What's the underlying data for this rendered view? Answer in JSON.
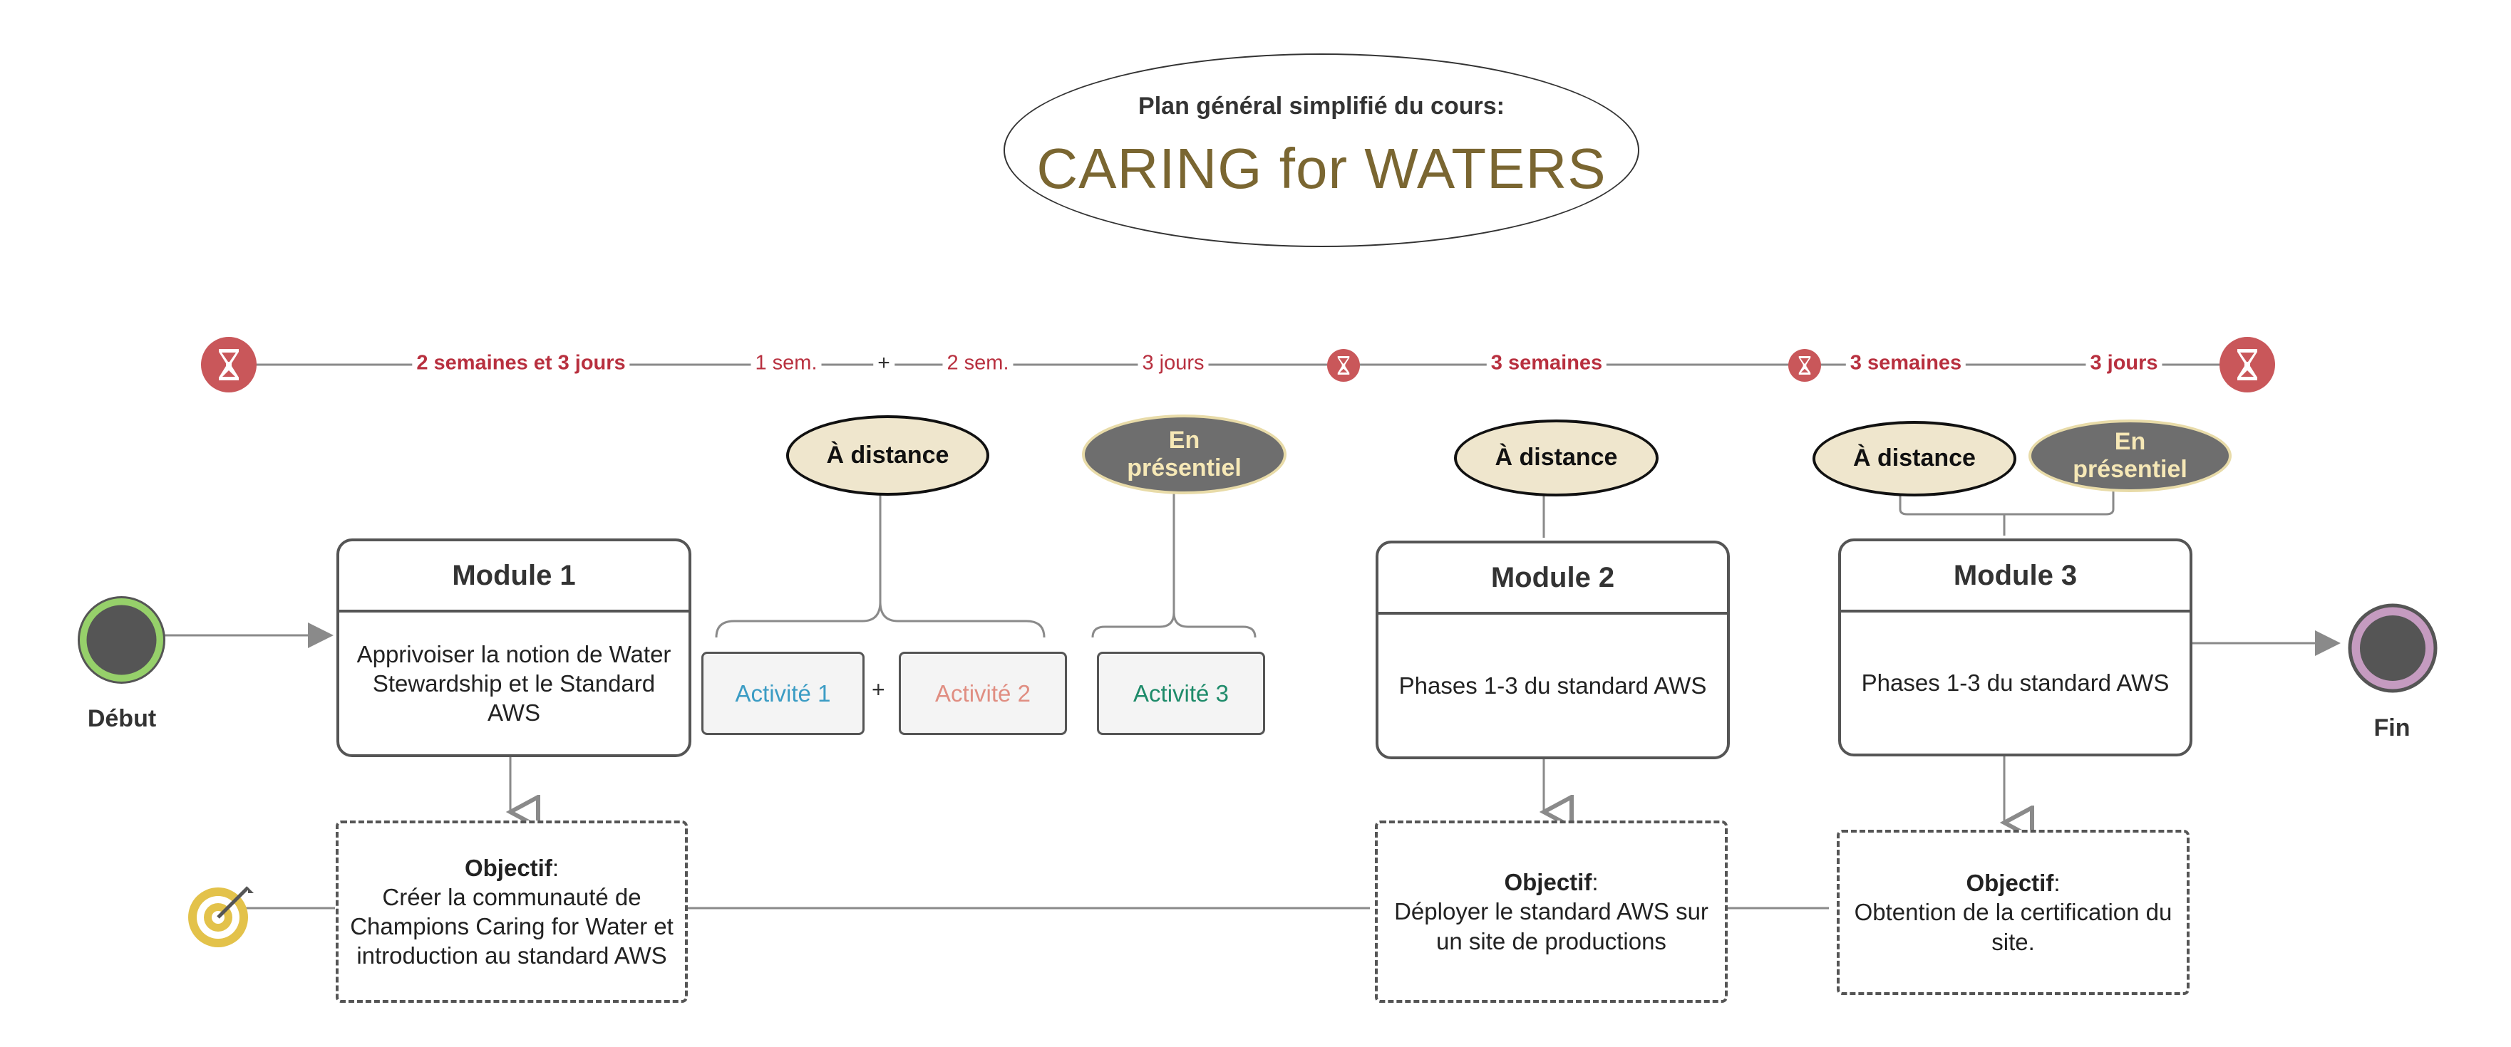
{
  "title": {
    "subtitle": "Plan général  simplifié du  cours:",
    "main": "CARING for WATERS"
  },
  "colors": {
    "title": "#7a6631",
    "timeline_text": "#b8303f",
    "timer_bg": "#c9575a",
    "mode_distance": "#efe6cd",
    "mode_presence": "#6e6e6e",
    "activity1": "#3b9cc4",
    "activity2": "#e08e82",
    "activity3": "#1e8b6a",
    "start": "#96d06a",
    "end": "#c59bc0",
    "target": "#e3c24a"
  },
  "timeline": {
    "labels": [
      "2 semaines et 3 jours",
      "1 sem.",
      "+",
      "2 sem.",
      "3 jours",
      "3 semaines",
      "3 semaines",
      "3 jours"
    ]
  },
  "icons": {
    "timer": "hourglass-icon",
    "objective": "target-arrow-icon"
  },
  "modes": {
    "distance": "À distance",
    "presence": "En présentiel"
  },
  "start": {
    "label": "Début"
  },
  "end": {
    "label": "Fin"
  },
  "modules": [
    {
      "title": "Module 1",
      "body": "Apprivoiser la notion de Water Stewardship et le Standard AWS"
    },
    {
      "title": "Module 2",
      "body": "Phases 1-3 du standard AWS"
    },
    {
      "title": "Module 3",
      "body": "Phases 1-3 du standard AWS"
    }
  ],
  "activities": [
    {
      "label": "Activité 1"
    },
    {
      "plus": "+"
    },
    {
      "label": "Activité 2"
    },
    {
      "label": "Activité 3"
    }
  ],
  "objectives": [
    {
      "title": "Objectif",
      "suffix": ":",
      "text": "Créer la communauté de Champions Caring for Water et introduction au standard AWS"
    },
    {
      "title": "Objectif",
      "suffix": ":",
      "text": "Déployer le standard AWS sur un site de productions"
    },
    {
      "title": "Objectif",
      "suffix": ":",
      "text": "Obtention de la certification du site."
    }
  ]
}
